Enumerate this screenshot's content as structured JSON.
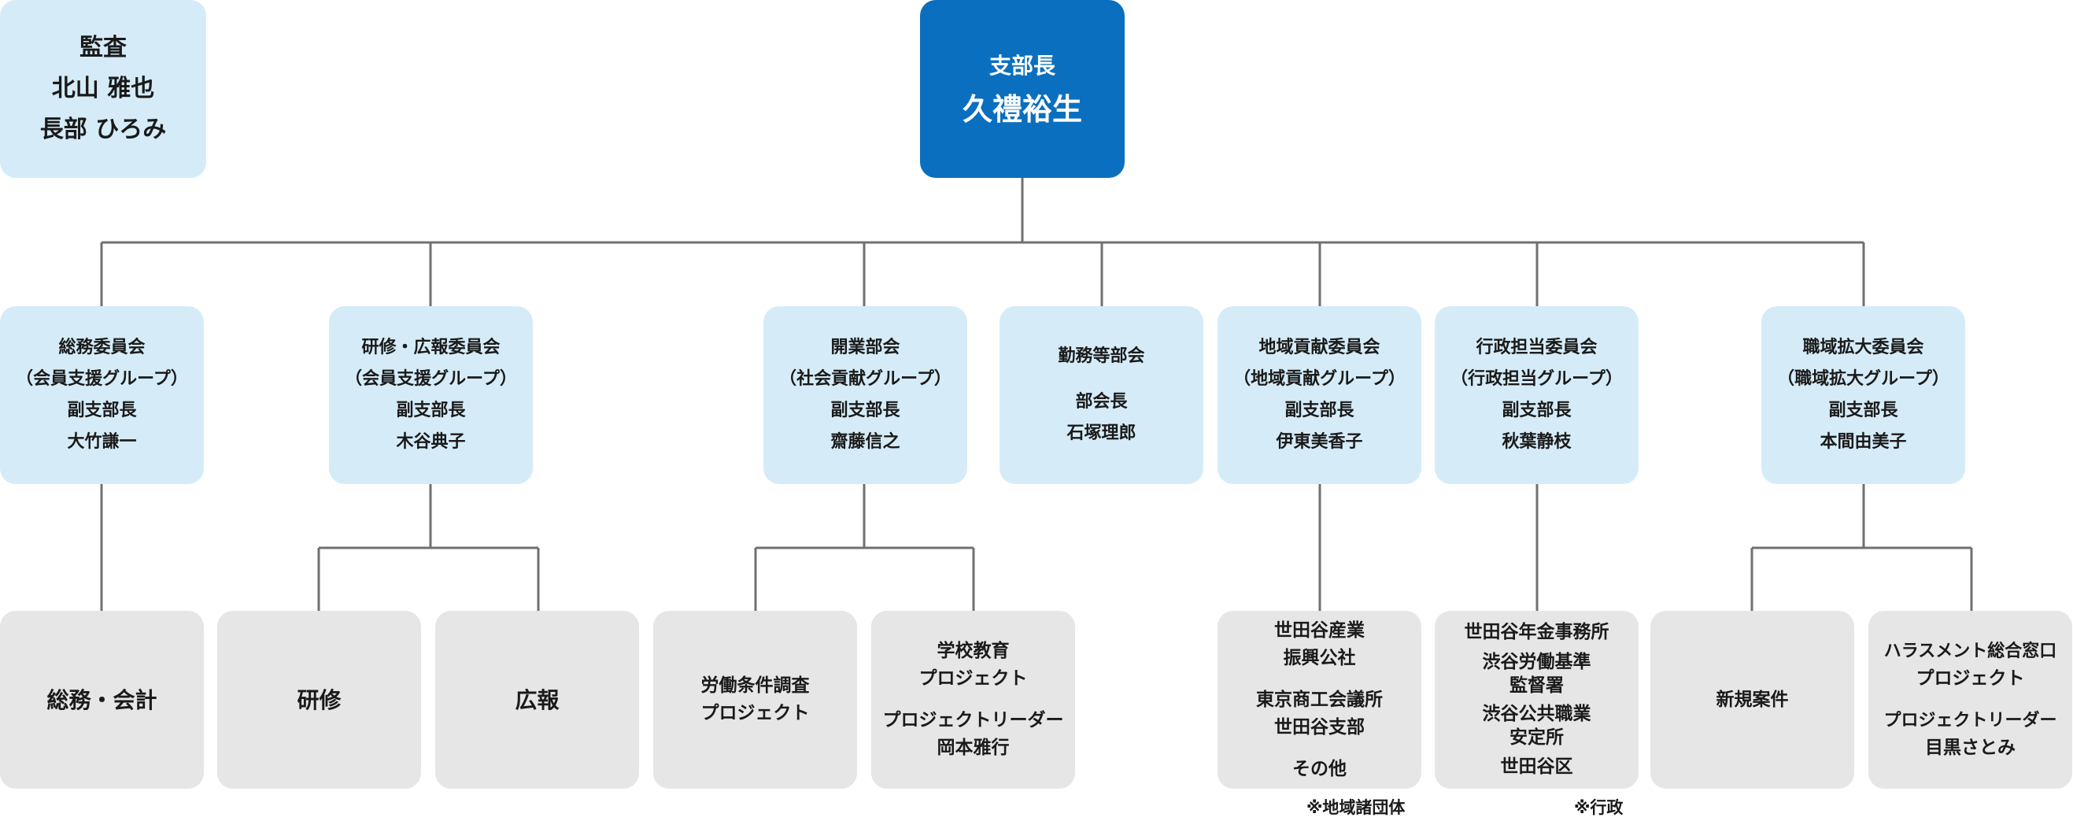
{
  "head": {
    "title": "支部長",
    "name": "久禮裕生"
  },
  "audit": {
    "label": "監査",
    "members": [
      "北山 雅也",
      "長部 ひろみ"
    ]
  },
  "committees": [
    {
      "lines": [
        "総務委員会",
        "（会員支援グループ）",
        "副支部長",
        "大竹謙一"
      ]
    },
    {
      "lines": [
        "研修・広報委員会",
        "（会員支援グループ）",
        "副支部長",
        "木谷典子"
      ]
    },
    {
      "lines": [
        "開業部会",
        "（社会貢献グループ）",
        "副支部長",
        "齋藤信之"
      ]
    },
    {
      "lines": [
        "勤務等部会",
        "部会長",
        "石塚理郎"
      ]
    },
    {
      "lines": [
        "地域貢献委員会",
        "（地域貢献グループ）",
        "副支部長",
        "伊東美香子"
      ]
    },
    {
      "lines": [
        "行政担当委員会",
        "（行政担当グループ）",
        "副支部長",
        "秋葉静枝"
      ]
    },
    {
      "lines": [
        "職域拡大委員会",
        "（職域拡大グループ）",
        "副支部長",
        "本間由美子"
      ]
    }
  ],
  "leaves": {
    "soumu": "総務・会計",
    "kenshu": "研修",
    "kouhou": "広報",
    "roudou": [
      "労働条件調査",
      "プロジェクト"
    ],
    "gakkou": [
      "学校教育",
      "プロジェクト",
      "プロジェクトリーダー",
      "岡本雅行"
    ],
    "chiiki": [
      "世田谷産業",
      "振興公社",
      "東京商工会議所",
      "世田谷支部",
      "その他"
    ],
    "gyousei": [
      "世田谷年金事務所",
      "渋谷労働基準",
      "監督署",
      "渋谷公共職業",
      "安定所",
      "世田谷区"
    ],
    "shinki": "新規案件",
    "harassment": [
      "ハラスメント総合窓口",
      "プロジェクト",
      "プロジェクトリーダー",
      "目黒さとみ"
    ]
  },
  "notes": {
    "chiiki": "※地域諸団体",
    "gyousei": "※行政"
  },
  "colors": {
    "head": "#0a6fbf",
    "committee": "#d5ecf8",
    "leaf": "#e6e6e6",
    "line": "#707070"
  }
}
